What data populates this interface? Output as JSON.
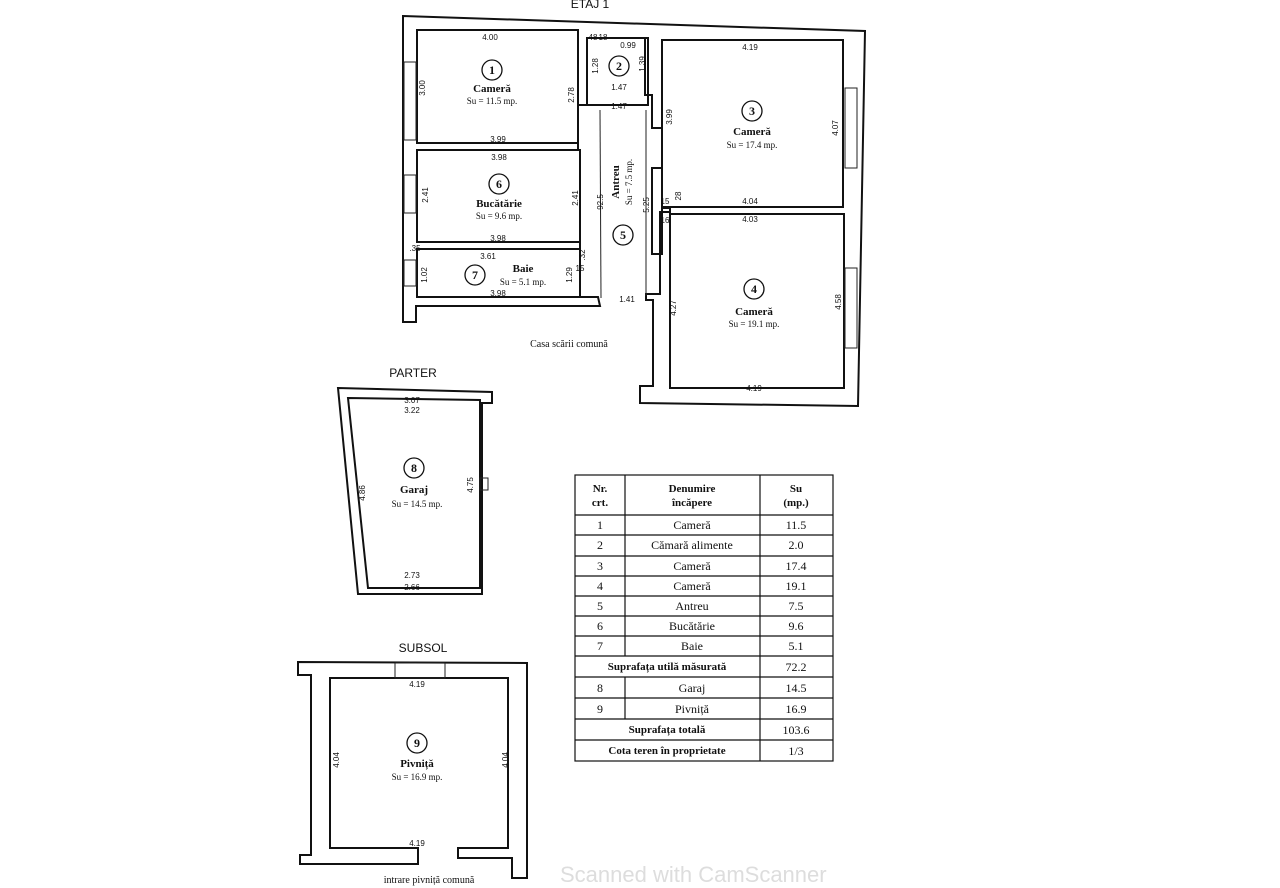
{
  "etaj1": {
    "title": "ETAJ 1",
    "rooms": [
      {
        "nr": "1",
        "name": "Cameră",
        "su": "Su = 11.5 mp."
      },
      {
        "nr": "2"
      },
      {
        "nr": "3",
        "name": "Cameră",
        "su": "Su = 17.4 mp."
      },
      {
        "nr": "4",
        "name": "Cameră",
        "su": "Su = 19.1 mp."
      },
      {
        "nr": "5",
        "name": "Antreu",
        "su": "Su = 7.5 mp."
      },
      {
        "nr": "6",
        "name": "Bucătărie",
        "su": "Su = 9.6 mp."
      },
      {
        "nr": "7",
        "name": "Baie",
        "su": "Su = 5.1 mp."
      }
    ],
    "dims": [
      "4.00",
      "3.00",
      "2.78",
      "3.99",
      "3.98",
      "2.41",
      "2.41",
      "3.98",
      "3.61",
      "1.02",
      "1.29",
      "3.98",
      ".35",
      ".32",
      "15",
      "48",
      "18",
      "0.99",
      "1.28",
      "1.39",
      "1.47",
      "1.47",
      "92.5",
      "5.25",
      "3.99",
      "4.19",
      "4.07",
      "4.04",
      "4.03",
      "15",
      "28",
      "16",
      "1.41",
      "4.27",
      "4.58",
      "4.19"
    ],
    "note": "Casa scării comună"
  },
  "parter": {
    "title": "PARTER",
    "room": {
      "nr": "8",
      "name": "Garaj",
      "su": "Su = 14.5 mp."
    },
    "dims": [
      "3.07",
      "3.22",
      "4.86",
      "4.75",
      "2.73",
      "2.66"
    ]
  },
  "subsol": {
    "title": "SUBSOL",
    "room": {
      "nr": "9",
      "name": "Pivniță",
      "su": "Su = 16.9 mp."
    },
    "dims": [
      "4.19",
      "4.04",
      "4.04",
      "4.19"
    ],
    "note": "intrare pivniță comună"
  },
  "table": {
    "headers": [
      "Nr.\ncrt.",
      "Denumire\nîncăpere",
      "Su\n(mp.)"
    ],
    "h": [
      [
        "Nr.",
        "crt."
      ],
      [
        "Denumire",
        "încăpere"
      ],
      [
        "Su",
        "(mp.)"
      ]
    ],
    "rows": [
      [
        "1",
        "Cameră",
        "11.5"
      ],
      [
        "2",
        "Cămară alimente",
        "2.0"
      ],
      [
        "3",
        "Cameră",
        "17.4"
      ],
      [
        "4",
        "Cameră",
        "19.1"
      ],
      [
        "5",
        "Antreu",
        "7.5"
      ],
      [
        "6",
        "Bucătărie",
        "9.6"
      ],
      [
        "7",
        "Baie",
        "5.1"
      ]
    ],
    "subtotal": [
      "Suprafața utilă măsurată",
      "72.2"
    ],
    "rows2": [
      [
        "8",
        "Garaj",
        "14.5"
      ],
      [
        "9",
        "Pivniță",
        "16.9"
      ]
    ],
    "total": [
      "Suprafața totală",
      "103.6"
    ],
    "cota": [
      "Cota teren în proprietate",
      "1/3"
    ]
  },
  "watermark": "Scanned with CamScanner"
}
